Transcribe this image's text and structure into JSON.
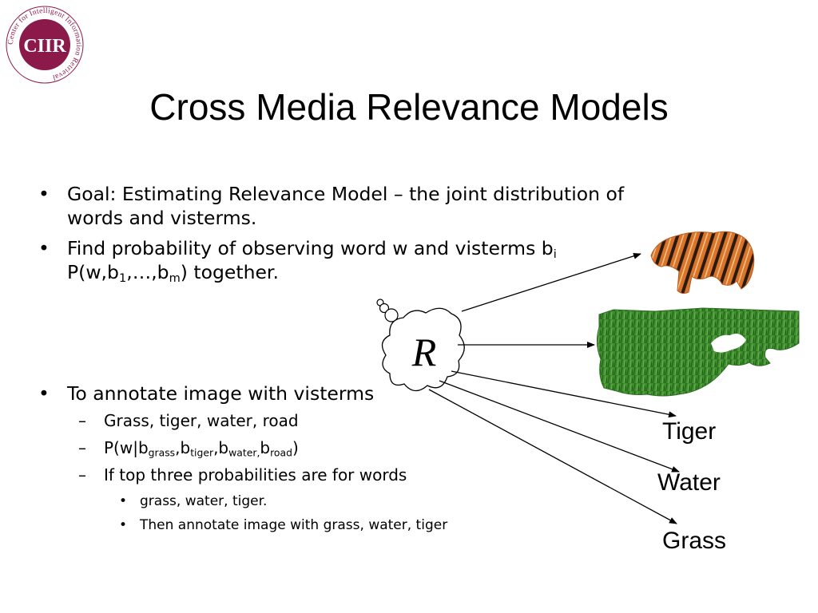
{
  "logo": {
    "text": "CIIR",
    "ring_text": "Center for Intelligent Information Retrieval",
    "color": "#8b1a4a"
  },
  "title": "Cross Media Relevance Models",
  "bullets": {
    "goal_line1": "Goal: Estimating Relevance Model – the joint distribution of",
    "goal_line2": "words and visterms.",
    "find_line1_text": "Find probability of observing word w and visterms b",
    "find_line1_sub": "i",
    "find_line2": {
      "p1": "P(w,b",
      "s1": "1",
      "p2": ",…,b",
      "s2": "m",
      "p3": ") together."
    },
    "annotate": "To annotate image with visterms"
  },
  "sub_items": {
    "list": "Grass, tiger, water, road",
    "prob": {
      "p1": "P(w|b",
      "s1": "grass",
      "p2": ",b",
      "s2": "tiger",
      "p3": ",b",
      "s3": "water,",
      "p4": "b",
      "s4": "road",
      "p5": ")"
    },
    "top3": "If top three probabilities are for words"
  },
  "sub_sub_items": {
    "words": "grass, water, tiger.",
    "then": "Then annotate image with grass, water, tiger"
  },
  "markers": {
    "bullet": "•",
    "dash": "–"
  },
  "diagram": {
    "node_label": "R",
    "labels": {
      "tiger": "Tiger",
      "water": "Water",
      "grass": "Grass"
    },
    "colors": {
      "tiger_orange": "#d9742a",
      "tiger_stripe": "#2a1a10",
      "grass_green": "#3f8f2f",
      "grass_dark": "#23641d"
    }
  }
}
